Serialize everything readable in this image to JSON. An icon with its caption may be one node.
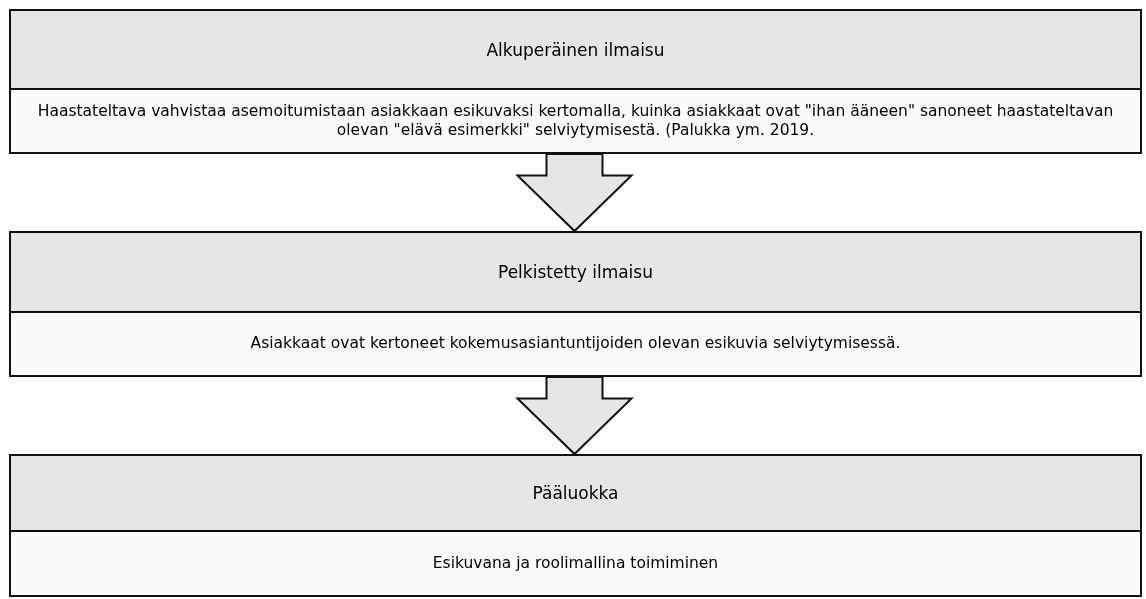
{
  "diagram": {
    "nodes": [
      {
        "text": [
          "Alkuperäinen ilmaisu",
          "Haastateltava vahvistaa asemoitumistaan asiakkaan esikuvaksi kertomalla, kuinka asiakkaat ovat \"ihan ääneen\" sanoneet haastateltavan olevan \"elävä esimerkki\" selviytymisestä. (Palukka ym. 2019."
        ]
      },
      {
        "text": [
          "Pelkistetty ilmaisu",
          "Asiakkaat ovat kertoneet kokemusasiantuntijoiden olevan esikuvia selviytymisessä."
        ]
      },
      {
        "text": [
          "Pääluokka",
          "Esikuvana ja roolimallina toimiminen"
        ]
      }
    ],
    "edges": [
      {
        "from": 0,
        "to": 1,
        "arrow": "to"
      },
      {
        "from": 1,
        "to": 2,
        "arrow": "to"
      }
    ]
  }
}
